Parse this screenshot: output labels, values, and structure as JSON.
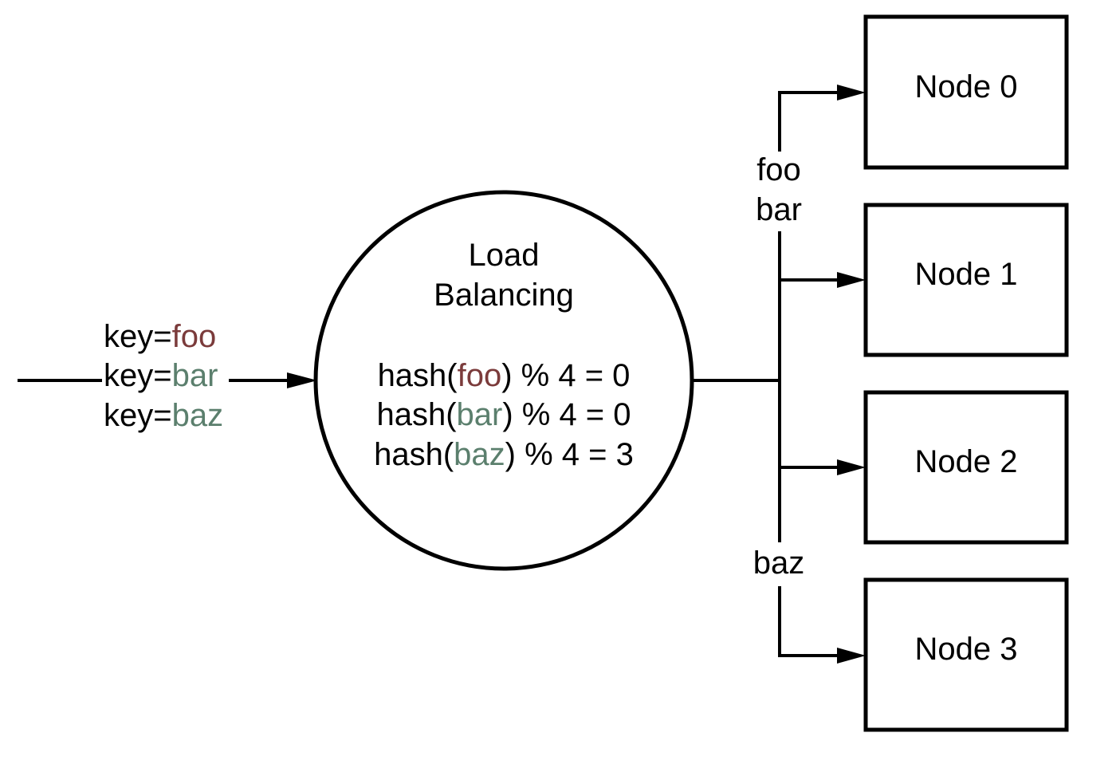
{
  "colors": {
    "foo": "#7b3b3b",
    "bar": "#5b7f6d",
    "baz": "#5b7f6d",
    "stroke": "#000000"
  },
  "input_keys": [
    {
      "prefix": "key=",
      "key": "foo",
      "color_key": "foo"
    },
    {
      "prefix": "key=",
      "key": "bar",
      "color_key": "bar"
    },
    {
      "prefix": "key=",
      "key": "baz",
      "color_key": "baz"
    }
  ],
  "balancer": {
    "title_line1": "Load",
    "title_line2": "Balancing",
    "formulas": [
      {
        "prefix": "hash(",
        "key": "foo",
        "suffix": ") % 4 = 0",
        "color_key": "foo"
      },
      {
        "prefix": "hash(",
        "key": "bar",
        "suffix": ") % 4 = 0",
        "color_key": "bar"
      },
      {
        "prefix": "hash(",
        "key": "baz",
        "suffix": ") % 4 = 3",
        "color_key": "baz"
      }
    ]
  },
  "route_labels": {
    "upper": [
      {
        "text": "foo",
        "color_key": "foo"
      },
      {
        "text": "bar",
        "color_key": "bar"
      }
    ],
    "lower": [
      {
        "text": "baz",
        "color_key": "baz"
      }
    ]
  },
  "nodes": [
    {
      "label": "Node 0"
    },
    {
      "label": "Node 1"
    },
    {
      "label": "Node 2"
    },
    {
      "label": "Node 3"
    }
  ]
}
